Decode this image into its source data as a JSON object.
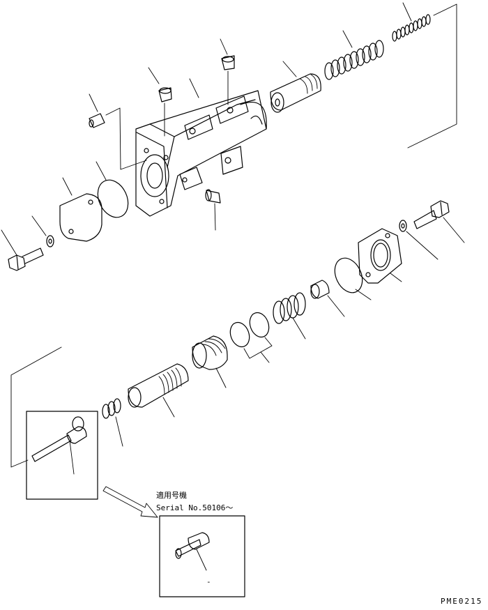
{
  "diagram": {
    "serial_label": "適用号機",
    "serial_number": "Serial No.50106～",
    "drawing_code": "PME0215",
    "inset_mark": "-"
  }
}
